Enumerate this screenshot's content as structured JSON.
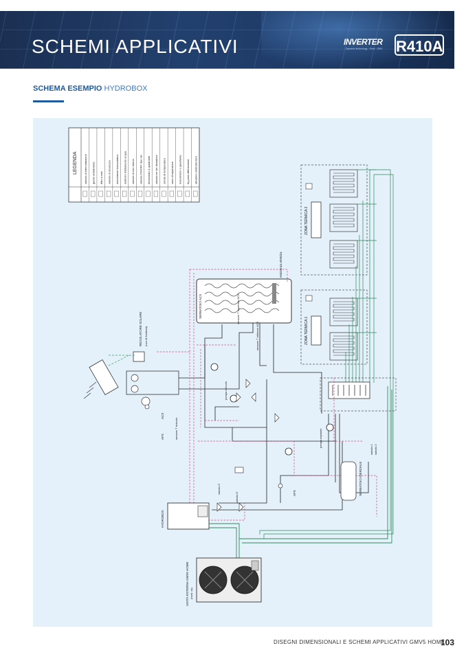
{
  "header": {
    "title": "SCHEMI APPLICATIVI",
    "logo_inverter": "INVERTER",
    "logo_inverter_sub": "Dynamic technology · Gree · GMV",
    "logo_refrigerant": "R410A"
  },
  "section": {
    "heading_bold": "SCHEMA ESEMPIO",
    "heading_light": "HYDROBOX"
  },
  "diagram": {
    "legend_title": "LEGENDA",
    "legend_items": [
      "valvola di intercettazione",
      "giunto antivibrante",
      "filtro a rete",
      "valvola di sicurezza",
      "miscelatore termostatico",
      "elettrore trattamento acqua",
      "valvola di non ritorno",
      "valvola ON/OFF due vie",
      "termostato a quadrante",
      "valvola tre vie deviatrice",
      "sonda di temperatura",
      "vaso d'espansione",
      "manometro a quadrante",
      "by-pass differenziale",
      "attuatore elettrotermico"
    ],
    "labels": {
      "zone2": "ZONA TERMICA 2",
      "zone1": "ZONA TERMICA 1",
      "acs_tank": "SERBATOIO ACS",
      "resistance": "resistenza elettrica",
      "solar_regulator": "REGOLATORE SOLARE",
      "solar_regulator_sub": "(non di fornitura)",
      "sensor_t": "sensore T superiore ACS",
      "sensor_t2": "sensore T inferiore ACS",
      "pump_acs": "pompa ricircolo",
      "acs": "ACS",
      "afs": "AFS",
      "afs2": "AFS",
      "sensor_rec": "sensore T ricircolo",
      "hydrobox": "HYDROBOX",
      "valve_c": "valvola C",
      "valve_d": "valvola D",
      "pump_sec": "pompa impianto",
      "inertial_tank": "SERBATOIO INERZIALE",
      "valve1": "valvola 1",
      "valve2": "valvola 2",
      "outdoor": "UNITÀ ESTERNA GMV5 HOME",
      "outdoor_sub": "(mod. xx)"
    }
  },
  "footer": {
    "text": "DISEGNI DIMENSIONALI E SCHEMI APPLICATIVI GMV5 HOME",
    "page": "103"
  }
}
